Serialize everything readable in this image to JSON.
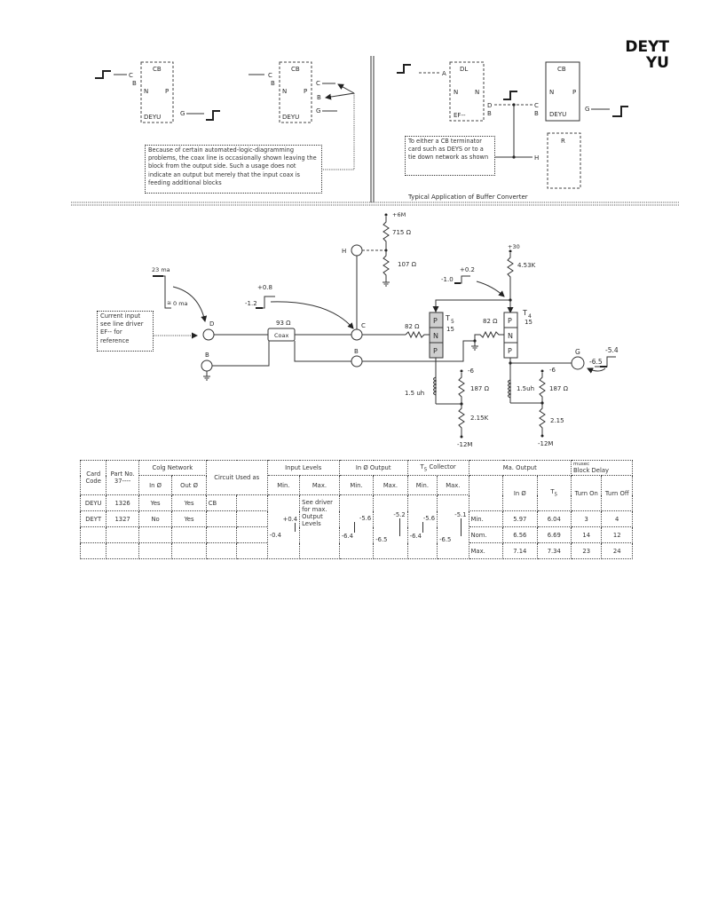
{
  "title": {
    "line1": "DEYT",
    "line2": "YU"
  },
  "top_left": {
    "block1": {
      "name": "CB",
      "card": "DEYU",
      "pin_c": "C",
      "pin_b": "B",
      "n": "N",
      "p": "P",
      "out_g": "G"
    },
    "block2": {
      "name": "CB",
      "card": "DEYU",
      "pin_c": "C",
      "pin_b": "B",
      "n": "N",
      "p": "P",
      "out_c": "C",
      "out_b": "B",
      "out_g": "G"
    },
    "note": "Because of certain automated-logic-diagramming problems, the coax line is occasionally shown leaving the block from the output side.  Such a usage does not indicate an output but merely that the input coax is feeding additional blocks"
  },
  "top_right": {
    "dl_block": {
      "name": "DL",
      "n_left": "N",
      "n_right": "N",
      "card": "EF--",
      "pin_a": "A",
      "out_d": "D",
      "out_b": "B"
    },
    "cb_block": {
      "name": "CB",
      "n": "N",
      "p": "P",
      "card": "DEYU",
      "pin_c": "C",
      "pin_b": "B",
      "out_g": "G"
    },
    "r_block": {
      "name": "R",
      "pin_h": "H"
    },
    "note": "To either a CB terminator card such as DEYS or to a tie down network as shown",
    "caption": "Typical Application of Buffer  Converter"
  },
  "schematic": {
    "input_note": "Current input see line driver EF-- for reference",
    "input_wave": {
      "high": "23 ma",
      "low": "0 ma",
      "approx": "≅"
    },
    "c_wave": {
      "high": "+0.8",
      "low": "-1.2"
    },
    "t4_wave": {
      "high": "+0.2",
      "low": "-1.0"
    },
    "g_wave": {
      "high": "-5.4",
      "low": "-6.5"
    },
    "nodes": {
      "d": "D",
      "b1": "B",
      "c": "C",
      "b2": "B",
      "h": "H",
      "g": "G"
    },
    "coax": {
      "label": "Coax",
      "impedance": "93 Ω"
    },
    "supply_6m": "+6M",
    "r715": "715 Ω",
    "r107": "107 Ω",
    "supply_30": "+30",
    "r453k": "4.53K",
    "t5": {
      "label": "T",
      "sub": "5",
      "num": "15",
      "layers": [
        "P",
        "N",
        "P"
      ],
      "base_r": "82 Ω"
    },
    "t4": {
      "label": "T",
      "sub": "4",
      "num": "15",
      "layers": [
        "P",
        "N",
        "P"
      ],
      "base_r": "82 Ω"
    },
    "left_leg": {
      "ind": "1.5 uh",
      "r_top": "187 Ω",
      "r_bot": "2.15K",
      "v_top": "-6",
      "v_bot": "-12M"
    },
    "right_leg": {
      "ind": "1.5uh",
      "r_top": "187 Ω",
      "r_bot": "2.15",
      "v_top": "-6",
      "v_bot": "-12M"
    }
  },
  "table": {
    "headers": {
      "card_code": "Card Code",
      "part_no": "Part No. 37----",
      "colg_network": "Colg Network",
      "in_phi": "In Ø",
      "out_phi": "Out Ø",
      "circuit": "Circuit Used as",
      "input_levels": "Input Levels",
      "in_phi_output": "In Ø Output",
      "t5_collector": "T",
      "t5_sub": "5",
      "t5_collector_rest": " Collector",
      "min": "Min.",
      "max": "Max.",
      "ma_output": "Ma. Output",
      "ma_in": "In Ø",
      "ma_t5": "T",
      "ma_t5_sub": "5",
      "musec": "musec",
      "block_delay": "Block Delay",
      "turn_on": "Turn On",
      "turn_off": "Turn Off"
    },
    "rows": [
      {
        "card": "DEYU",
        "part": "1326",
        "in": "Yes",
        "out": "Yes",
        "circuit": "CB"
      },
      {
        "card": "DEYT",
        "part": "1327",
        "in": "No",
        "out": "Yes",
        "circuit": ""
      }
    ],
    "input_levels": {
      "min_high": "+0.4",
      "min_low": "-0.4",
      "max_text": "See driver for max. Output Levels"
    },
    "in_phi_output": {
      "min_high": "-5.6",
      "min_low": "-6.4",
      "max_high": "-5.2",
      "max_low": "-6.5"
    },
    "t5_collector": {
      "min_high": "-5.6",
      "min_low": "-6.4",
      "max_high": "-5.1",
      "max_low": "-6.5"
    },
    "ma_rows": [
      {
        "label": "Min.",
        "in": "5.97",
        "t5": "6.04",
        "on": "3",
        "off": "4"
      },
      {
        "label": "Nom.",
        "in": "6.56",
        "t5": "6.69",
        "on": "14",
        "off": "12"
      },
      {
        "label": "Max.",
        "in": "7.14",
        "t5": "7.34",
        "on": "23",
        "off": "24"
      }
    ]
  }
}
